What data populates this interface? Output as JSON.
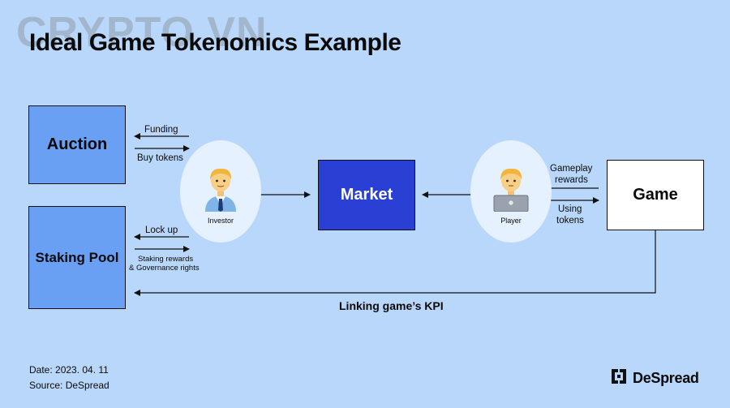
{
  "watermark": "CRYPTO VN",
  "title": "Ideal Game Tokenomics Example",
  "nodes": {
    "auction": "Auction",
    "staking": "Staking Pool",
    "market": "Market",
    "game": "Game"
  },
  "personas": {
    "investor": "Investor",
    "player": "Player"
  },
  "edges": {
    "funding": "Funding",
    "buy_tokens": "Buy tokens",
    "lock_up": "Lock up",
    "staking_rewards_1": "Staking rewards",
    "staking_rewards_2": "& Governance rights",
    "gameplay_rewards_1": "Gameplay",
    "gameplay_rewards_2": "rewards",
    "using_tokens_1": "Using",
    "using_tokens_2": "tokens",
    "kpi": "Linking game’s KPI"
  },
  "footer": {
    "date": "Date: 2023. 04. 11",
    "source": "Source: DeSpread"
  },
  "brand": "DeSpread",
  "colors": {
    "background": "#b9d7fb",
    "light_blue_box": "#6aa0f4",
    "market_blue": "#2a3fd3",
    "ellipse": "#e6f1ff"
  }
}
